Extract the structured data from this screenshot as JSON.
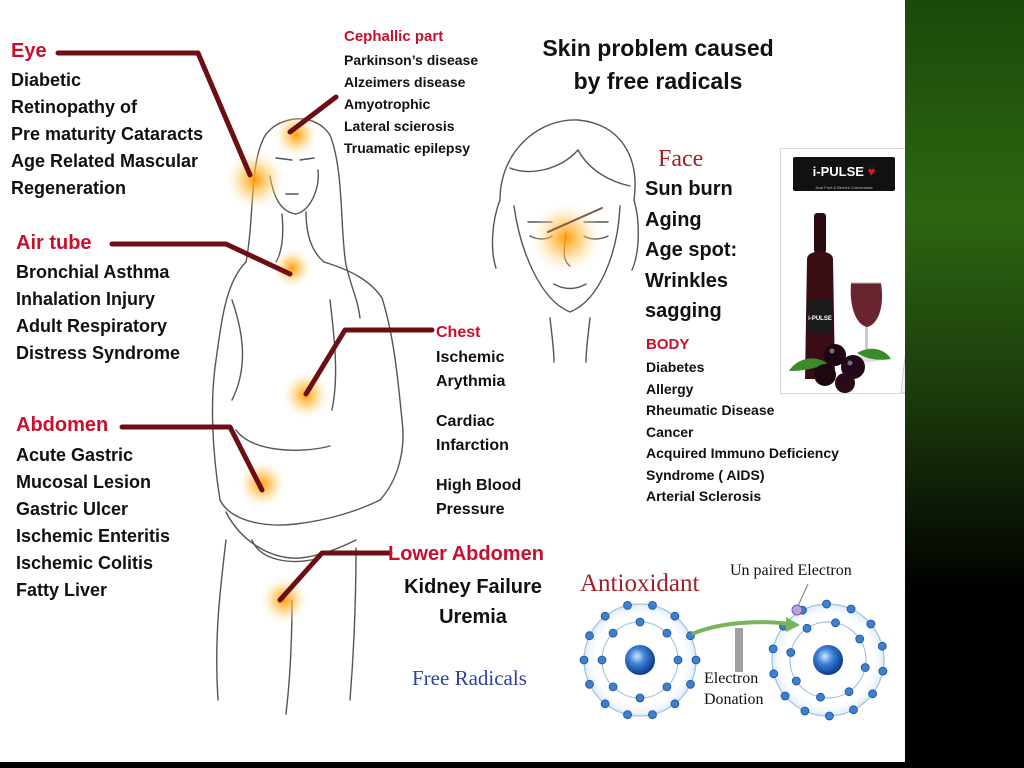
{
  "title": [
    "Skin problem caused",
    "by free radicals"
  ],
  "eye": {
    "heading": "Eye",
    "items": [
      "Diabetic",
      "Retinopathy of",
      "Pre maturity Cataracts",
      "Age Related Mascular",
      "Regeneration"
    ]
  },
  "air_tube": {
    "heading": "Air tube",
    "items": [
      "Bronchial Asthma",
      "Inhalation Injury",
      "Adult Respiratory",
      "Distress Syndrome"
    ]
  },
  "abdomen": {
    "heading": "Abdomen",
    "items": [
      "Acute Gastric",
      "Mucosal Lesion",
      "Gastric Ulcer",
      "Ischemic Enteritis",
      "Ischemic Colitis",
      "Fatty Liver"
    ]
  },
  "cephalic": {
    "heading": "Cephallic part",
    "items": [
      "Parkinson’s disease",
      "Alzeimers disease",
      "Amyotrophic",
      "Lateral scierosis",
      "Truamatic epilepsy"
    ]
  },
  "chest": {
    "heading": "Chest",
    "items": [
      "Ischemic",
      "Arythmia",
      "Cardiac",
      "Infarction",
      "High Blood",
      "Pressure"
    ]
  },
  "lower_abdomen": {
    "heading": "Lower Abdomen",
    "items": [
      "Kidney Failure",
      "Uremia"
    ]
  },
  "face": {
    "heading": "Face",
    "items": [
      "Sun burn",
      "Aging",
      "Age spot:",
      "Wrinkles",
      "sagging"
    ]
  },
  "body": {
    "heading": "BODY",
    "items": [
      "Diabetes",
      "Allergy",
      "Rheumatic Disease",
      "Cancer",
      "Acquired Immuno Deficiency",
      "Syndrome ( AIDS)",
      "Arterial Sclerosis"
    ]
  },
  "antioxidant": {
    "label": "Antioxidant",
    "unpaired": "Un paired Electron",
    "donation": [
      "Electron",
      "Donation"
    ],
    "free_radicals": "Free Radicals"
  },
  "ad": {
    "brand": "i-PULSE",
    "brand_sub": "Acai Fruit & Berries Concentrate",
    "bottle_label": "i-PULSE"
  },
  "colors": {
    "heading_red": "#c8102e",
    "leader": "#6b0f14",
    "glow": "#ffa500",
    "sidebar_green": "#2c6611",
    "antioxidant_red": "#a0202a",
    "free_radicals_blue": "#3040a0"
  }
}
